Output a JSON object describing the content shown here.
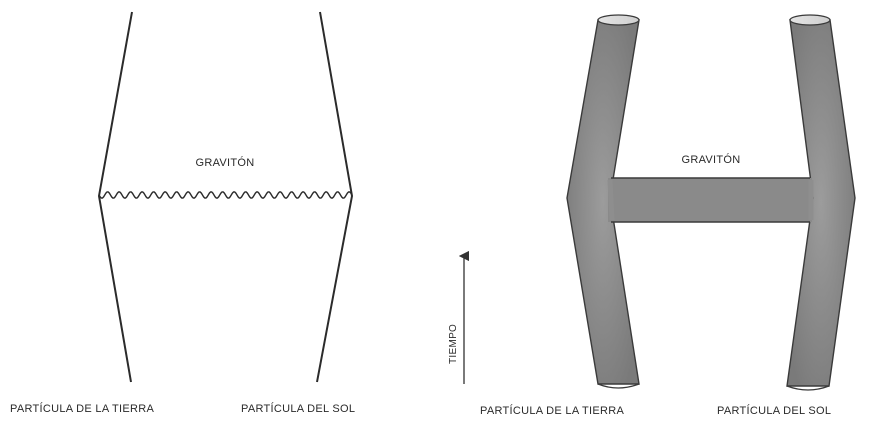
{
  "left_diagram": {
    "exchange_label": "GRAVITÓN",
    "earth_label": "PARTÍCULA DE LA TIERRA",
    "sun_label": "PARTÍCULA DEL SOL"
  },
  "right_diagram": {
    "exchange_label": "GRAVITÓN",
    "earth_label": "PARTÍCULA DE LA TIERRA",
    "sun_label": "PARTÍCULA DEL SOL"
  },
  "time_axis": {
    "label": "TIEMPO"
  }
}
